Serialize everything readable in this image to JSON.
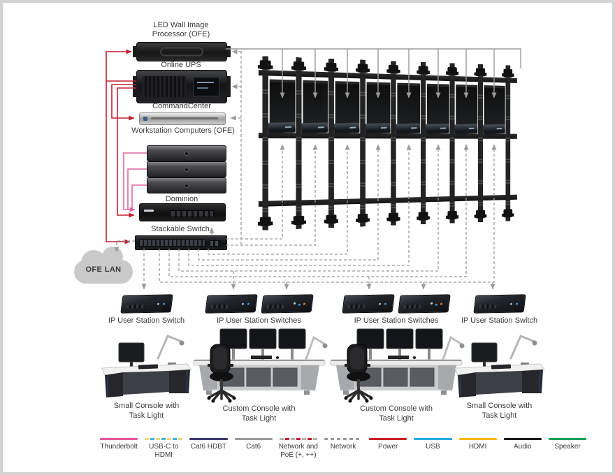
{
  "canvas": {
    "background": "#ffffff",
    "frame_color": "#d4d2d3"
  },
  "equipment": {
    "led_processor": {
      "label": "LED Wall Image Processor (OFE)"
    },
    "online_ups": {
      "label": "Online UPS"
    },
    "commandcenter": {
      "label": "CommandCenter"
    },
    "workstations": {
      "label": "Workstation Computers (OFE)",
      "count": 3
    },
    "dominion": {
      "label": "Dominion"
    },
    "stackable_switch": {
      "label": "Stackable Switch"
    }
  },
  "cloud": {
    "label": "OFE LAN"
  },
  "led_wall": {
    "columns": 8
  },
  "stations": [
    {
      "switch_label": "IP User Station Switch",
      "console_label": "Small Console with Task Light",
      "switch_count": 1,
      "console_type": "small"
    },
    {
      "switch_label": "IP User Station Switches",
      "console_label": "Custom Console with Task Light",
      "switch_count": 2,
      "console_type": "custom"
    },
    {
      "switch_label": "IP User Station Switches",
      "console_label": "Custom Console with Task Light",
      "switch_count": 2,
      "console_type": "custom"
    },
    {
      "switch_label": "IP User Station Switch",
      "console_label": "Small Console with Task Light",
      "switch_count": 1,
      "console_type": "small"
    }
  ],
  "connections": {
    "power": "#c22033",
    "thunderbolt": "#e0679f",
    "video": "#9b9b9b",
    "network": "#9b9b9b"
  },
  "legend": {
    "items": [
      {
        "label": "Thunderbolt",
        "style": "solid",
        "color": "#e8579d"
      },
      {
        "label": "USB-C to HDMI",
        "style": "dashed-multi",
        "colors": [
          "#e8da7c",
          "#45b5d9"
        ]
      },
      {
        "label": "Cat6 HDBT",
        "style": "solid",
        "color": "#3d3d70"
      },
      {
        "label": "Cat6",
        "style": "solid",
        "color": "#9a9a9a"
      },
      {
        "label": "Network and PoE (+, ++)",
        "style": "dashed-multi",
        "colors": [
          "#b4b4b4",
          "#c22033"
        ]
      },
      {
        "label": "Network",
        "style": "dashed",
        "color": "#9a9a9a"
      },
      {
        "label": "Power",
        "style": "solid",
        "color": "#cc2229"
      },
      {
        "label": "USB",
        "style": "solid",
        "color": "#29abe2"
      },
      {
        "label": "HDMI",
        "style": "solid",
        "color": "#f5b91c"
      },
      {
        "label": "Audio",
        "style": "solid",
        "color": "#1a1a1a"
      },
      {
        "label": "Speaker",
        "style": "solid",
        "color": "#00a45a"
      }
    ]
  }
}
